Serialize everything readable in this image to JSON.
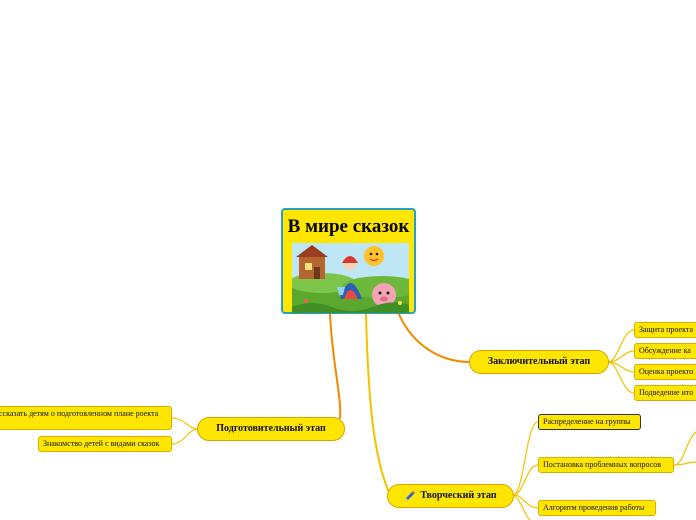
{
  "central": {
    "title": "В мире сказок",
    "image_icon": "fairy-tale-illustration"
  },
  "colors": {
    "node_fill": "#ffe600",
    "central_border": "#2a9fbf",
    "branch_orange": "#f08a00",
    "branch_yellow": "#f2c200"
  },
  "branches": {
    "final": {
      "label": "Заключительный этап",
      "children": [
        "Защита проекта",
        "Обсуждение ка",
        "Оценка проекто",
        "Подведение ито"
      ]
    },
    "preparatory": {
      "label": "Подготовительный этап",
      "children": [
        "ссказать детям о подготовленном плане роекта",
        "Знакомство детей с видами сказок"
      ]
    },
    "creative": {
      "label": "Творческий этап",
      "icon": "pencil-icon",
      "children": [
        "Распределение на группы",
        "Постановка проблемных вопросов",
        "Алгоритм проведения работы"
      ]
    }
  }
}
